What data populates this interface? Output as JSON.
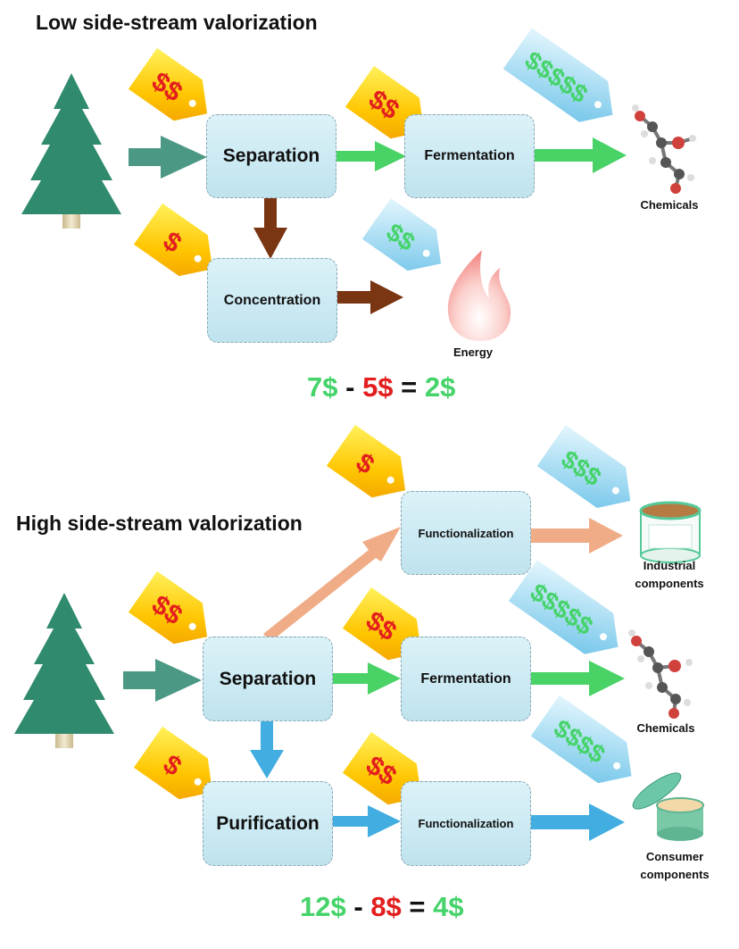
{
  "top": {
    "title": "Low side-stream valorization",
    "boxes": {
      "separation": "Separation",
      "fermentation": "Fermentation",
      "concentration": "Concentration"
    },
    "products": {
      "chemicals": "Chemicals",
      "energy": "Energy"
    },
    "cost_tags": [
      "$$",
      "$$",
      "$"
    ],
    "value_tags": [
      "$$$$$",
      "$$"
    ],
    "equation": {
      "revenue": "7$",
      "minus": "-",
      "cost": "5$",
      "equals": "=",
      "result": "2$"
    }
  },
  "bottom": {
    "title": "High side-stream valorization",
    "boxes": {
      "separation": "Separation",
      "fermentation": "Fermentation",
      "purification": "Purification",
      "functionalization_top": "Functionalization",
      "functionalization_bottom": "Functionalization"
    },
    "products": {
      "industrial_line1": "Industrial",
      "industrial_line2": "components",
      "chemicals": "Chemicals",
      "consumer_line1": "Consumer",
      "consumer_line2": "components"
    },
    "cost_tags": [
      "$",
      "$$",
      "$$",
      "$",
      "$$"
    ],
    "value_tags": [
      "$$$",
      "$$$$$",
      "$$$$"
    ],
    "equation": {
      "revenue": "12$",
      "minus": "-",
      "cost": "8$",
      "equals": "=",
      "result": "4$"
    }
  },
  "colors": {
    "revenue": "#45d36a",
    "cost": "#e31e1e",
    "neutral": "#111111",
    "tree": "#2f8a6e",
    "arrow_teal": "#4b9884",
    "arrow_green": "#49d266",
    "arrow_brown": "#7a3512",
    "arrow_peach": "#f0ac86",
    "arrow_blue": "#41ade0"
  },
  "icons": [
    "pine-tree-icon",
    "molecule-icon",
    "flame-icon",
    "paint-can-icon",
    "cream-jar-icon",
    "cost-tag-icon",
    "value-tag-icon"
  ]
}
